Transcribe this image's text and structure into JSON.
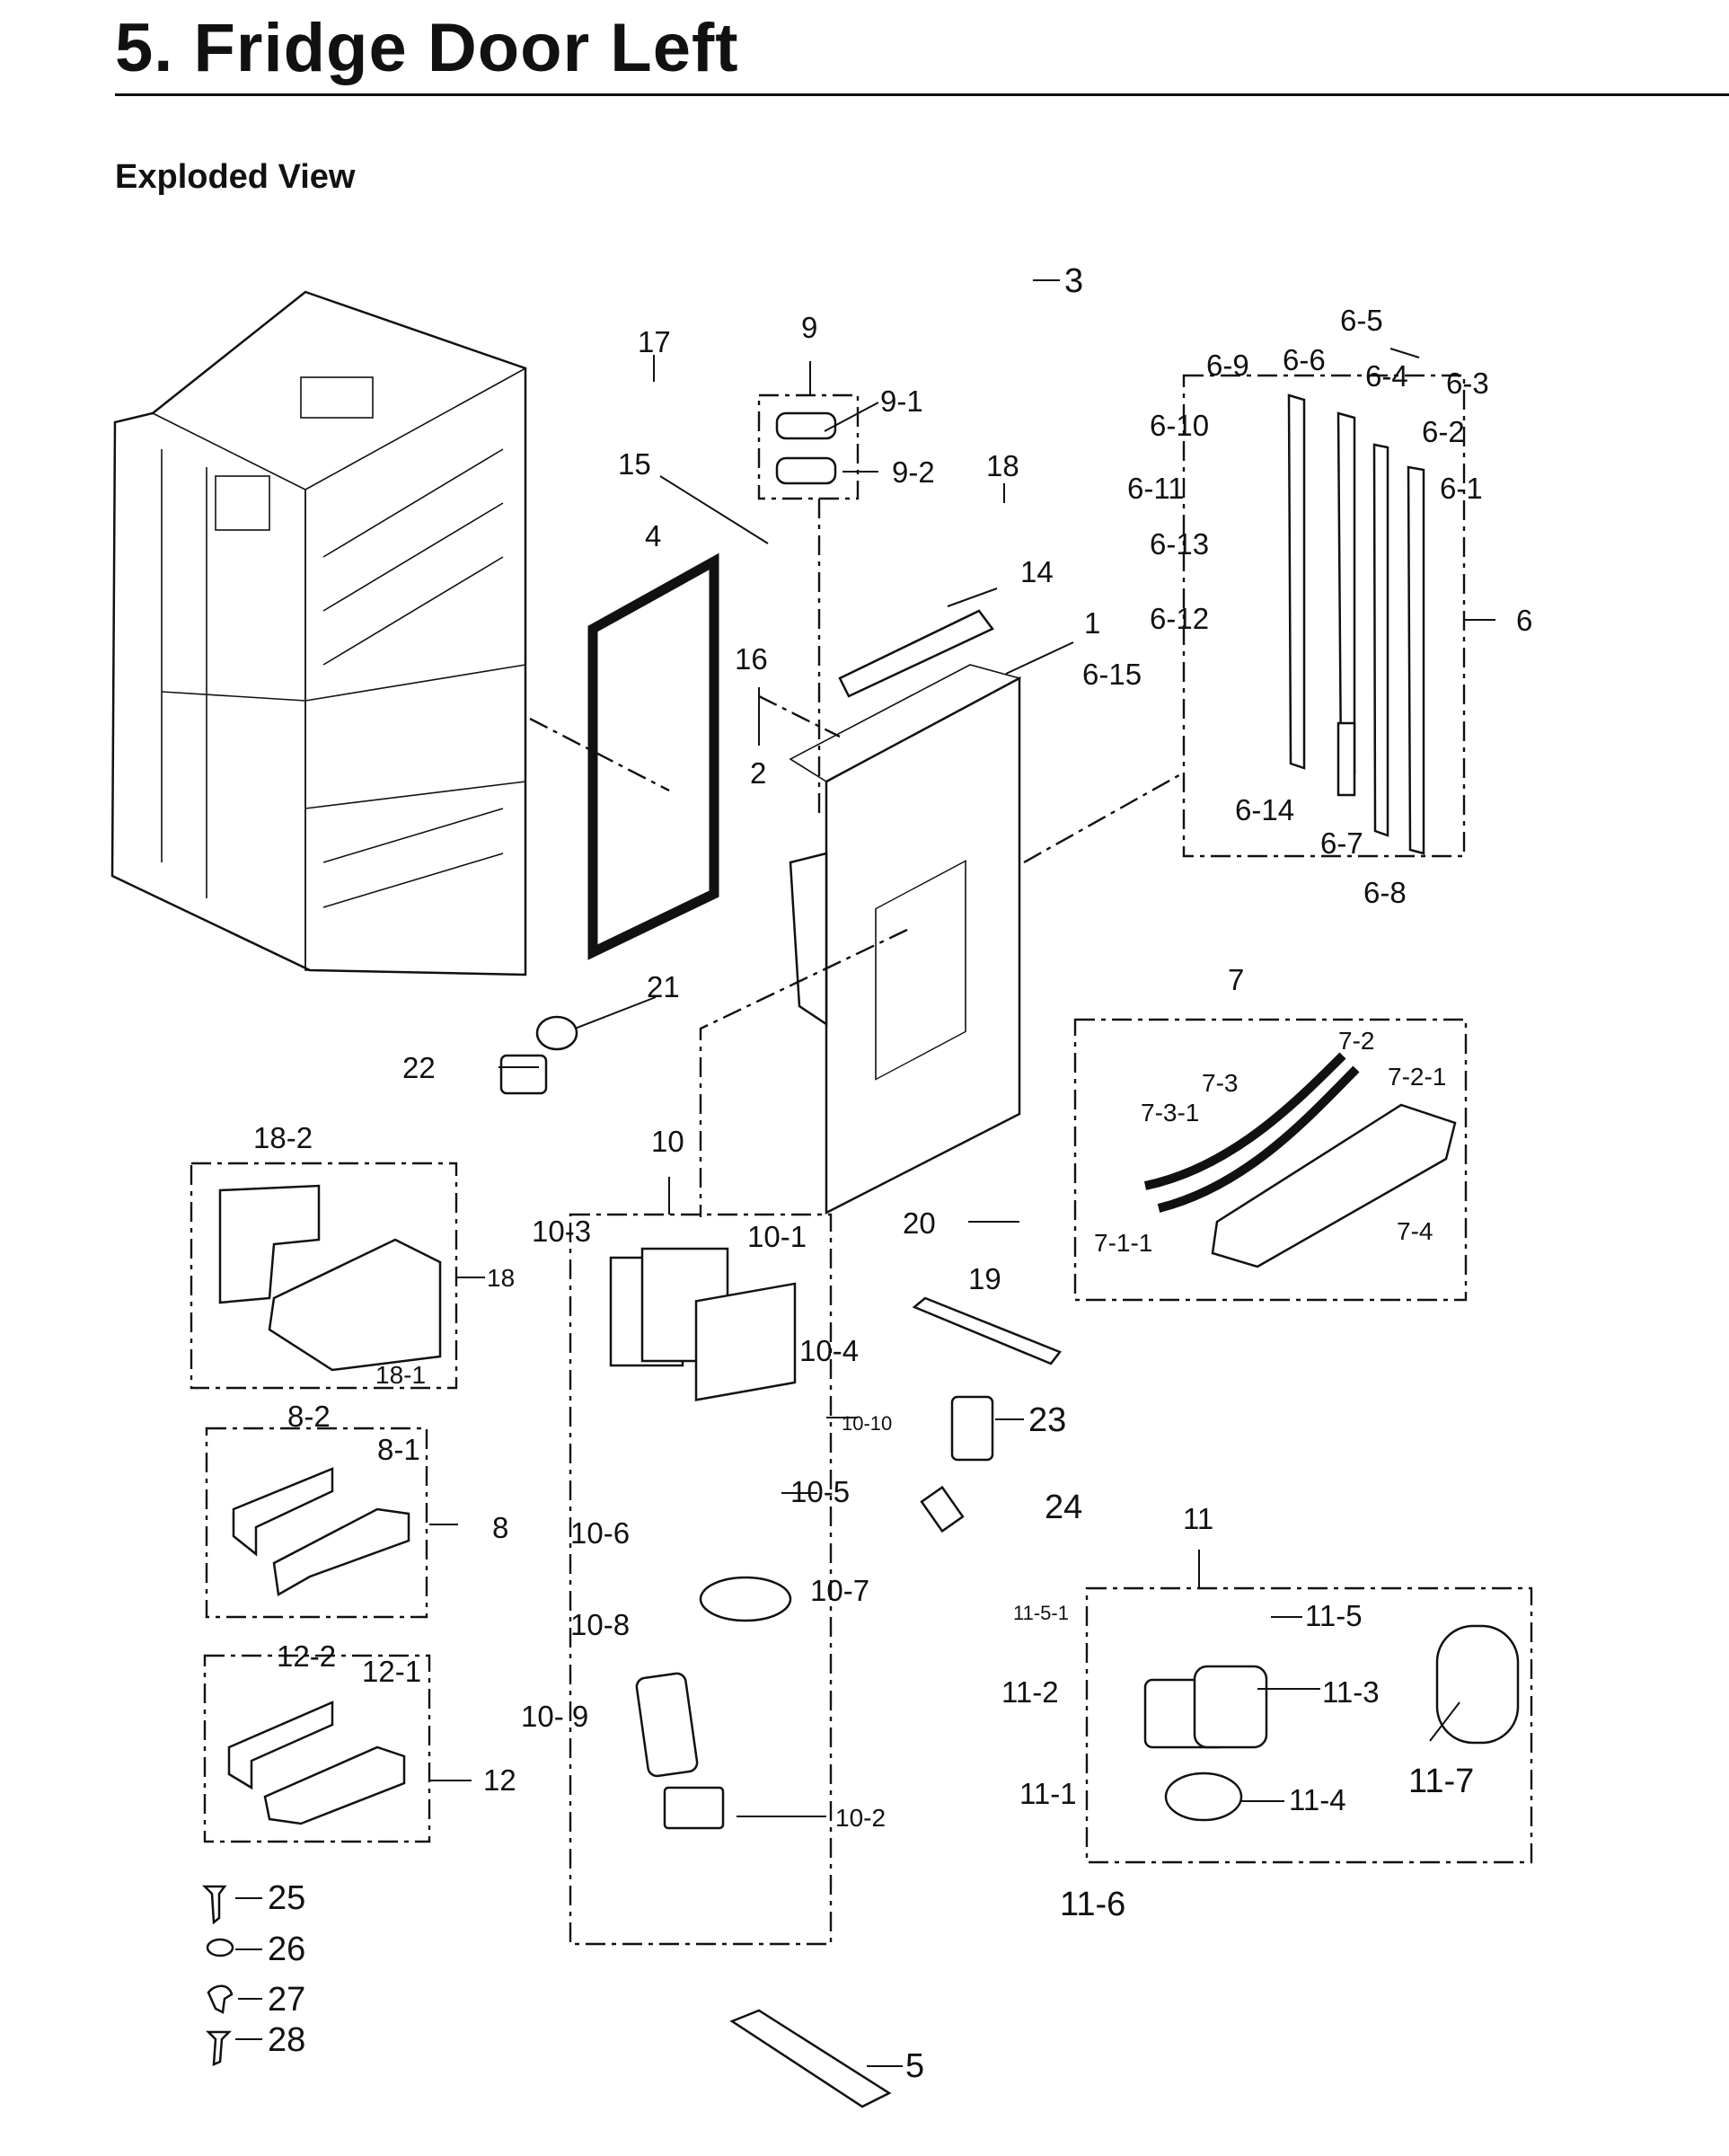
{
  "page": {
    "title": "5.  Fridge Door Left",
    "section": "Exploded View"
  },
  "labels": {
    "p1": "1",
    "p2": "2",
    "p3": "3",
    "p4": "4",
    "p5": "5",
    "p6": "6",
    "p6_1": "6-1",
    "p6_2": "6-2",
    "p6_3": "6-3",
    "p6_4": "6-4",
    "p6_5": "6-5",
    "p6_6": "6-6",
    "p6_7": "6-7",
    "p6_8": "6-8",
    "p6_9": "6-9",
    "p6_10": "6-10",
    "p6_11": "6-11",
    "p6_12": "6-12",
    "p6_13": "6-13",
    "p6_14": "6-14",
    "p6_15": "6-15",
    "p7": "7",
    "p7_1_1": "7-1-1",
    "p7_2": "7-2",
    "p7_2_1": "7-2-1",
    "p7_3": "7-3",
    "p7_3_1": "7-3-1",
    "p7_4": "7-4",
    "p8": "8",
    "p8_1": "8-1",
    "p8_2": "8-2",
    "p9": "9",
    "p9_1": "9-1",
    "p9_2": "9-2",
    "p10": "10",
    "p10_1": "10-1",
    "p10_2": "10-2",
    "p10_3": "10-3",
    "p10_4": "10-4",
    "p10_5": "10-5",
    "p10_6": "10-6",
    "p10_7": "10-7",
    "p10_8": "10-8",
    "p10_9": "10- 9",
    "p10_10": "10-10",
    "p11": "11",
    "p11_1": "11-1",
    "p11_2": "11-2",
    "p11_3": "11-3",
    "p11_4": "11-4",
    "p11_5": "11-5",
    "p11_5_1": "11-5-1",
    "p11_6": "11-6",
    "p11_7": "11-7",
    "p12": "12",
    "p12_1": "12-1",
    "p12_2": "12-2",
    "p14": "14",
    "p15": "15",
    "p16": "16",
    "p17": "17",
    "p18": "18",
    "p18b": "18",
    "p18_1": "18-1",
    "p18_2": "18-2",
    "p19": "19",
    "p20": "20",
    "p21": "21",
    "p22": "22",
    "p23": "23",
    "p24": "24",
    "p25": "25",
    "p26": "26",
    "p27": "27",
    "p28": "28"
  }
}
